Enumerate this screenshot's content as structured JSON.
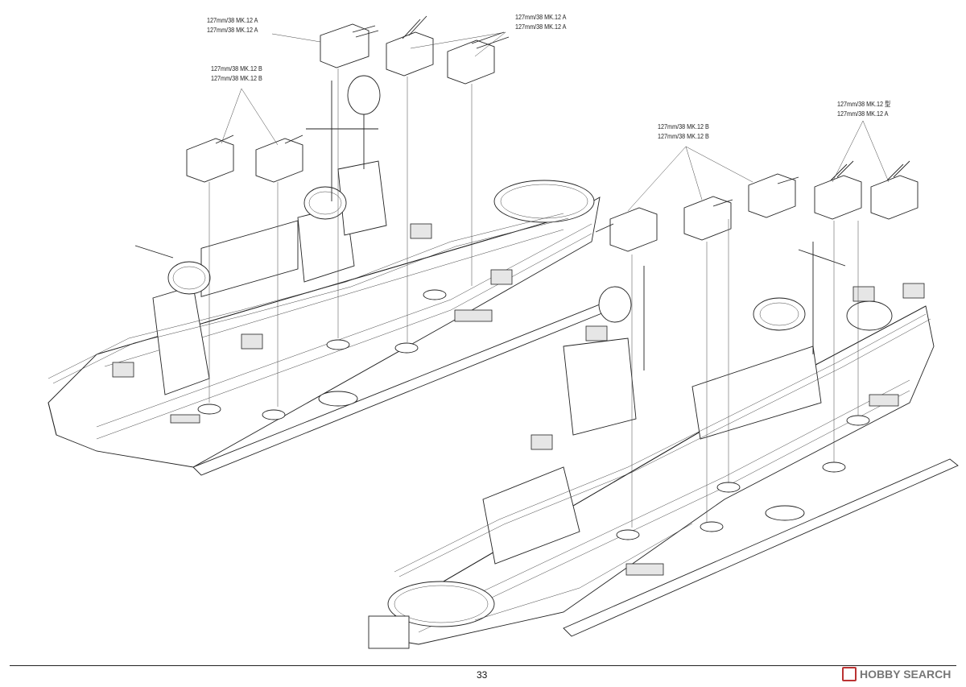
{
  "page": {
    "number": "33"
  },
  "callouts": {
    "left_top": [
      "127mm/38 MK.12 A",
      "127mm/38 MK.12 A"
    ],
    "left_top_right": [
      "127mm/38 MK.12 A",
      "127mm/38 MK.12 A"
    ],
    "left_mid": [
      "127mm/38 MK.12 B",
      "127mm/38 MK.12 B"
    ],
    "right_mid": [
      "127mm/38 MK.12 B",
      "127mm/38 MK.12 B"
    ],
    "right_top": [
      "127mm/38 MK.12 型",
      "127mm/38 MK.12 A"
    ]
  },
  "watermark": {
    "text": "HOBBY SEARCH"
  },
  "colors": {
    "line": "#222222",
    "paper": "#ffffff",
    "watermark": "#777777",
    "watermark_mark": "#bb3333"
  }
}
